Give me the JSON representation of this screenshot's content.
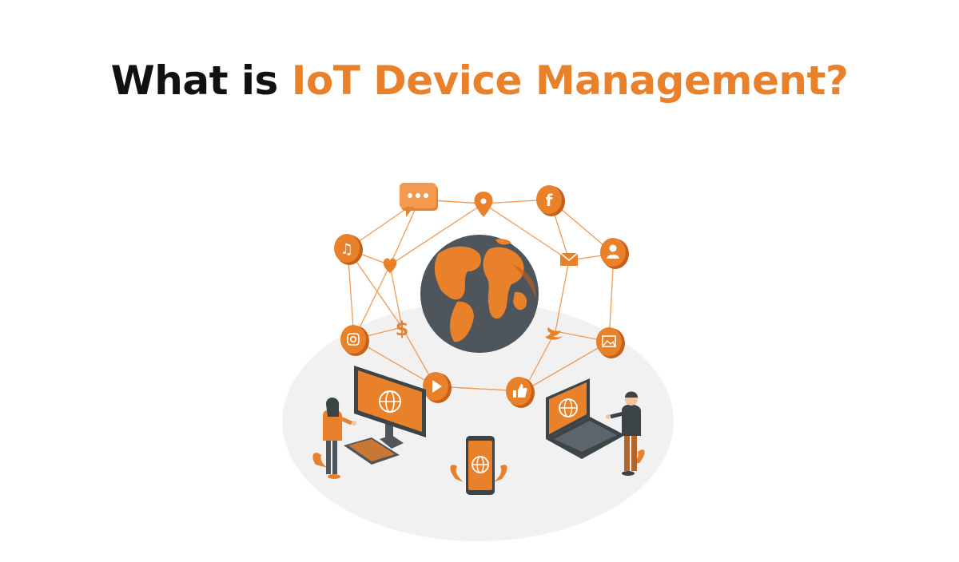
{
  "headline": {
    "lead": "What is",
    "accent": "IoT Device Management?"
  },
  "colors": {
    "accent": "#e9802a",
    "accent_dark": "#c7601a",
    "globe_ocean": "#4e565c",
    "platform": "#f1f1f1",
    "text": "#111111"
  },
  "illustration": {
    "center": "globe",
    "network_icons": [
      "chat-bubble-icon",
      "location-pin-icon",
      "facebook-icon",
      "user-profile-icon",
      "mail-icon",
      "music-note-icon",
      "heart-icon",
      "dollar-icon",
      "instagram-icon",
      "twitter-icon",
      "image-icon",
      "play-icon",
      "thumbs-up-icon"
    ],
    "devices": [
      "desktop-monitor",
      "smartphone",
      "laptop"
    ],
    "people": [
      "woman-at-desktop",
      "man-at-laptop"
    ]
  }
}
